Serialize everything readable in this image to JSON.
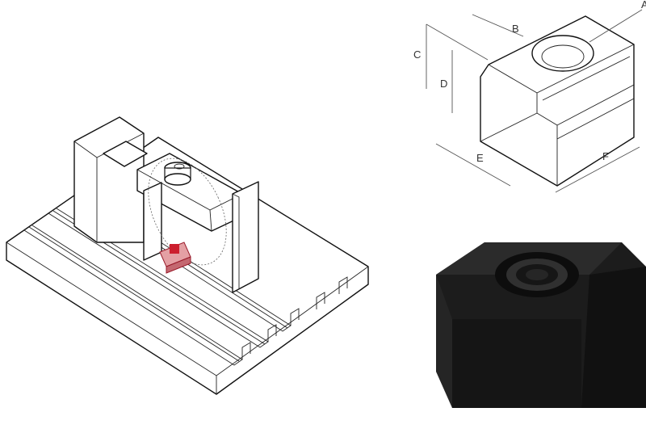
{
  "drawing": {
    "dimension_labels": {
      "a": "A",
      "b": "B",
      "c": "C",
      "d": "D",
      "e": "E",
      "f": "F"
    }
  }
}
